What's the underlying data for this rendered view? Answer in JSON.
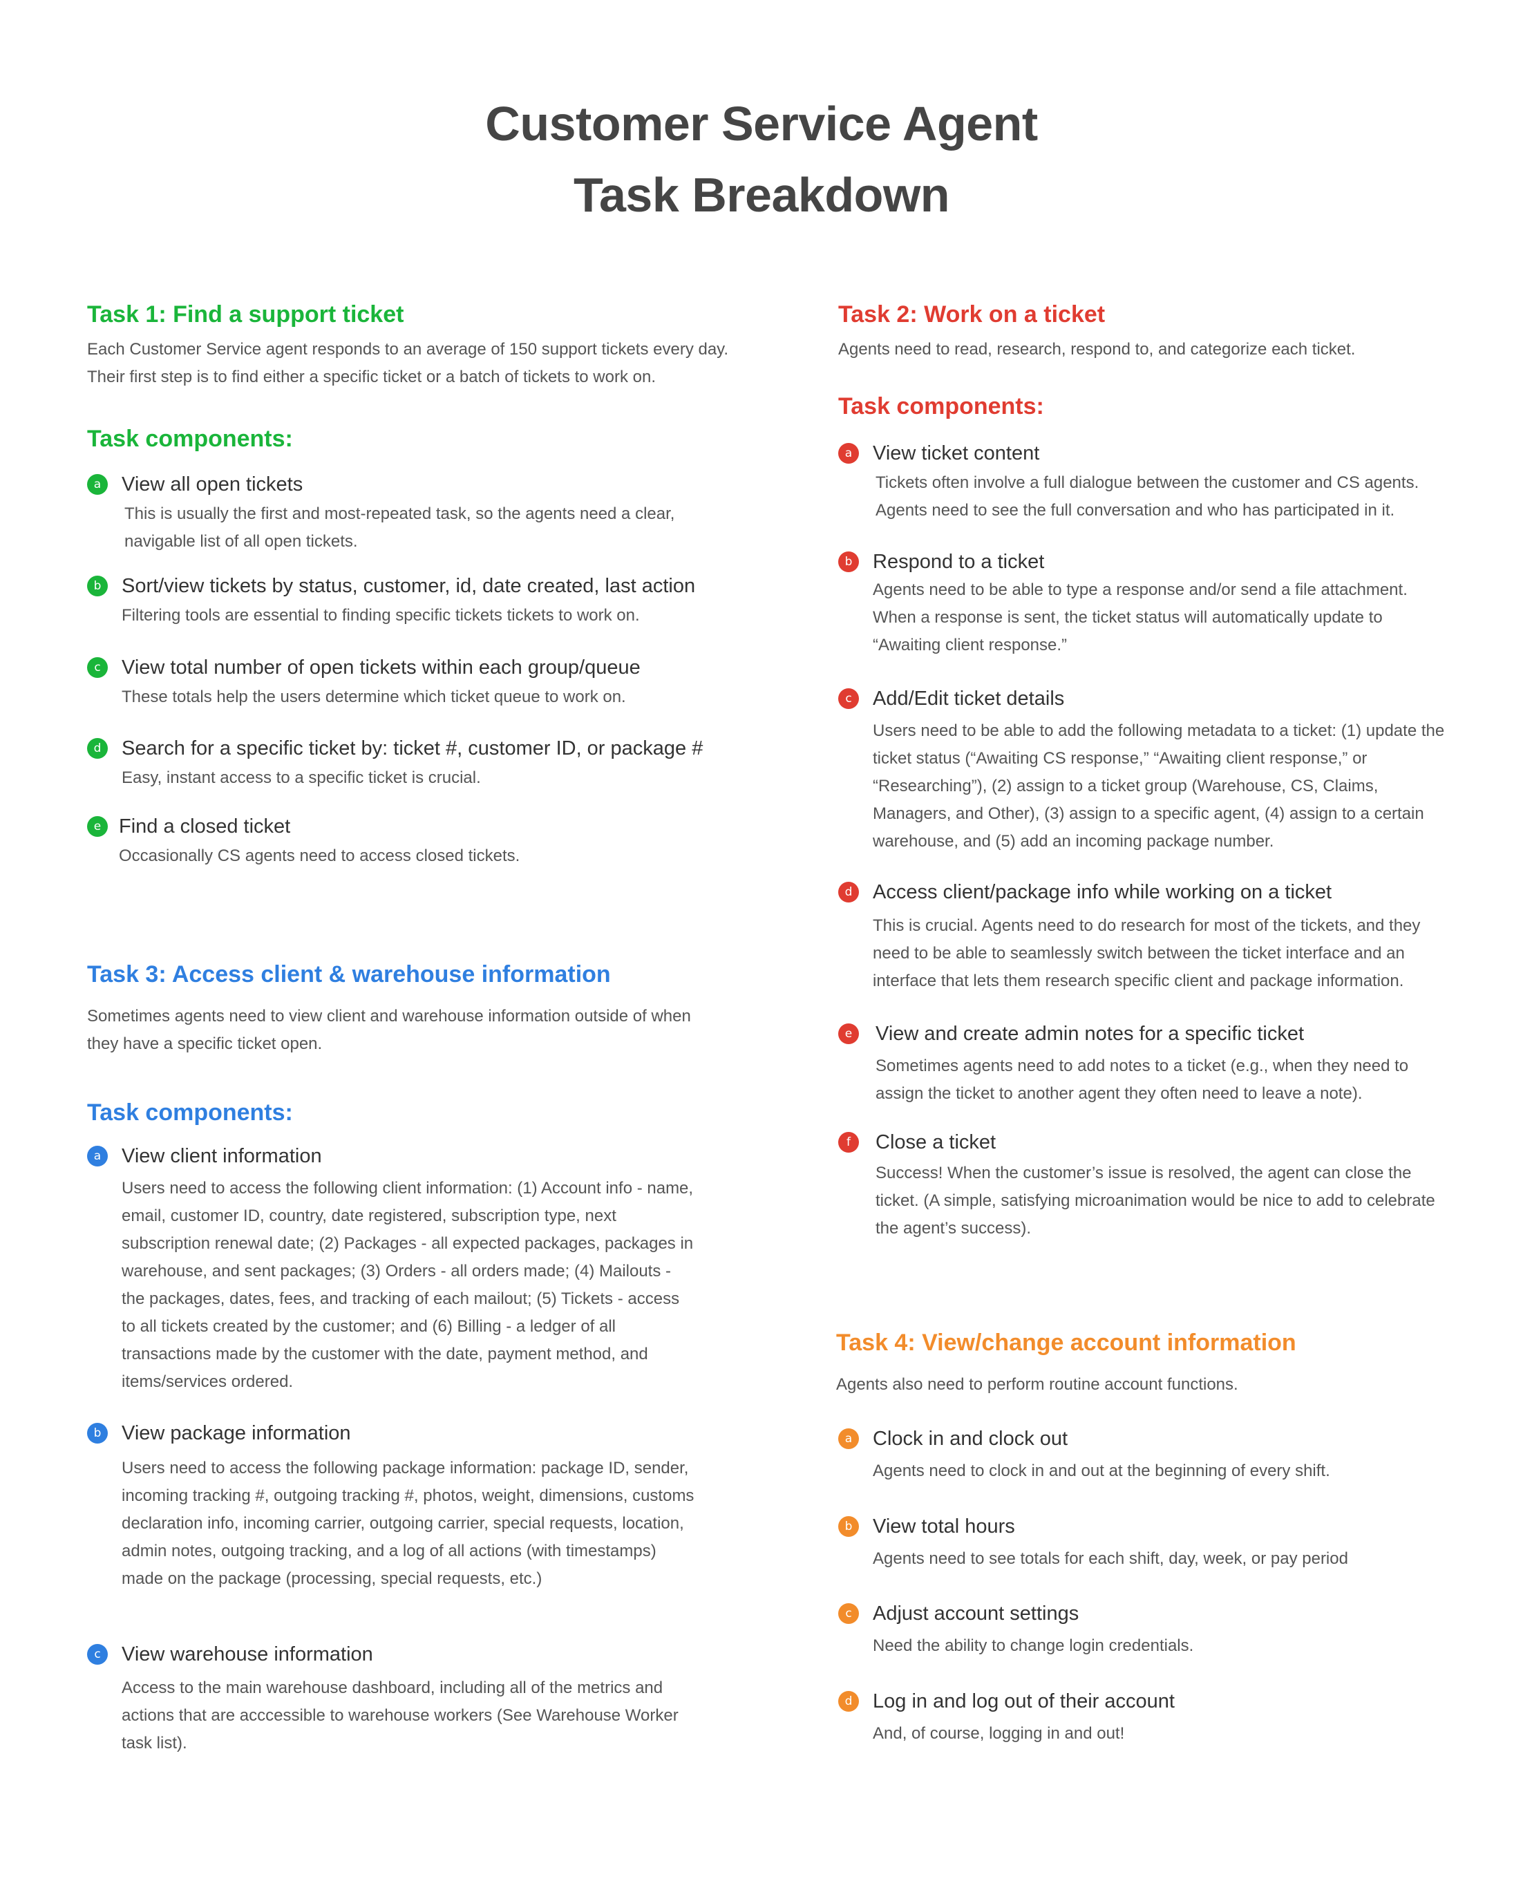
{
  "title": {
    "line1": "Customer Service Agent",
    "line2": "Task Breakdown"
  },
  "colors": {
    "task1": "#1ab53a",
    "task2": "#e03c31",
    "task3": "#2f7fe0",
    "task4": "#f28c2b"
  },
  "task1": {
    "title": "Task 1: Find a support ticket",
    "description": "Each Customer Service agent responds to an average of 150  support tickets every day. Their first step is to find either a specific ticket or a batch of tickets to work on.",
    "components_heading": "Task components:",
    "items": [
      {
        "badge": "a",
        "title": "View all open tickets",
        "desc": "This is usually the first and most-repeated task, so the agents need a clear, navigable list of all open tickets."
      },
      {
        "badge": "b",
        "title": "Sort/view tickets by status, customer, id, date created, last action",
        "desc": "Filtering tools are essential to finding specific tickets tickets to work on."
      },
      {
        "badge": "c",
        "title": "View total number of open tickets within each group/queue",
        "desc": "These totals help the users determine which ticket queue to work on."
      },
      {
        "badge": "d",
        "title": "Search for a specific ticket by: ticket #, customer ID, or package #",
        "desc": "Easy, instant access to a specific ticket is crucial."
      },
      {
        "badge": "e",
        "title": "Find a closed ticket",
        "desc": "Occasionally CS agents need to access closed tickets."
      }
    ]
  },
  "task2": {
    "title": "Task 2:  Work on a ticket",
    "description": "Agents need to read, research, respond to, and categorize each ticket.",
    "components_heading": "Task components:",
    "items": [
      {
        "badge": "a",
        "title": "View ticket content",
        "desc": "Tickets often involve a full dialogue between the customer and CS agents. Agents need to see the full conversation and who has participated in it."
      },
      {
        "badge": "b",
        "title": "Respond to a ticket",
        "desc": "Agents need to be able to type a response and/or send a file attachment. When a response is sent, the ticket status will automatically update to “Awaiting client response.”"
      },
      {
        "badge": "c",
        "title": "Add/Edit ticket details",
        "desc": "Users need to be able to add the following metadata to a ticket: (1) update the ticket status (“Awaiting CS response,” “Awaiting client response,” or “Researching”), (2) assign to a ticket group (Warehouse, CS, Claims, Managers, and Other), (3) assign to a specific agent, (4) assign to a certain warehouse, and (5) add an incoming package number."
      },
      {
        "badge": "d",
        "title": "Access client/package info while working on a ticket",
        "desc": "This is crucial. Agents need to do research for most of the tickets, and they need to be able to seamlessly switch between the ticket interface and an interface that lets them research specific client and package information."
      },
      {
        "badge": "e",
        "title": "View and create admin notes for a specific ticket",
        "desc": "Sometimes agents need to add notes to a ticket (e.g., when they need to assign the ticket to another agent they often need to leave a note)."
      },
      {
        "badge": "f",
        "title": "Close a ticket",
        "desc": "Success! When the customer’s issue is resolved, the agent can close the ticket. (A simple, satisfying microanimation would be nice to add to celebrate the agent’s success)."
      }
    ]
  },
  "task3": {
    "title": "Task 3: Access client & warehouse information",
    "description": "Sometimes agents need to view client and warehouse information outside of when they have a specific ticket open.",
    "components_heading": "Task components:",
    "items": [
      {
        "badge": "a",
        "title": "View client information",
        "desc": "Users need to access the following client information: (1) Account info - name, email, customer ID, country, date registered, subscription type, next subscription renewal date; (2) Packages - all expected packages, packages in warehouse, and sent packages; (3) Orders - all orders made; (4) Mailouts - the packages, dates, fees, and tracking of each mailout; (5) Tickets - access to all tickets created by the customer; and (6) Billing - a  ledger of all transactions made by the customer with the date, payment method, and items/services ordered."
      },
      {
        "badge": "b",
        "title": "View package information",
        "desc": "Users need to access the following package information: package ID, sender, incoming tracking #, outgoing tracking #, photos, weight, dimensions, customs declaration info, incoming carrier, outgoing carrier, special requests, location, admin notes, outgoing tracking, and a log of all actions (with timestamps) made on the package (processing, special requests, etc.)"
      },
      {
        "badge": "c",
        "title": "View warehouse information",
        "desc": "Access to the main warehouse dashboard, including all of the metrics and actions that are acccessible to warehouse workers (See Warehouse Worker task list)."
      }
    ]
  },
  "task4": {
    "title": "Task 4: View/change account information",
    "description": "Agents also need to perform routine account functions.",
    "items": [
      {
        "badge": "a",
        "title": "Clock in and clock out",
        "desc": "Agents need to clock in and out at the beginning of every shift."
      },
      {
        "badge": "b",
        "title": "View total hours",
        "desc": "Agents need to see totals for each shift, day, week, or pay period"
      },
      {
        "badge": "c",
        "title": "Adjust account settings",
        "desc": "Need the ability to change login credentials."
      },
      {
        "badge": "d",
        "title": "Log in and log out of their account",
        "desc": "And, of course, logging in and out!"
      }
    ]
  }
}
